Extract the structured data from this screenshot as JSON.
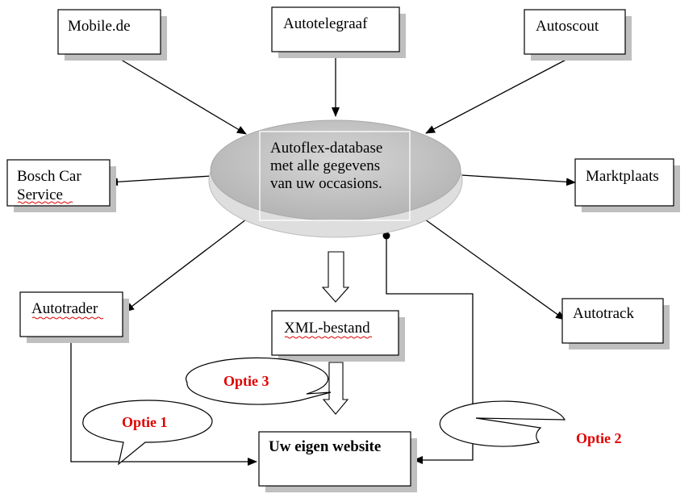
{
  "nodes": {
    "mobile": "Mobile.de",
    "autotelegraaf": "Autotelegraaf",
    "autoscout": "Autoscout",
    "bosch_line1": "Bosch Car",
    "bosch_line2": "Service",
    "marktplaats": "Marktplaats",
    "autotrader": "Autotrader",
    "autotrack": "Autotrack",
    "xml": "XML-bestand",
    "website": "Uw eigen website"
  },
  "database": {
    "line1": "Autoflex-database",
    "line2": "met alle gegevens",
    "line3": "van  uw occasions."
  },
  "callouts": {
    "optie1": "Optie 1",
    "optie2": "Optie 2",
    "optie3": "Optie 3"
  },
  "colors": {
    "callout_text": "#e00000",
    "box_shadow": "#bfbfbf",
    "ellipse_fill": "#c8c8c8",
    "ellipse_base": "#d9d9d9"
  }
}
